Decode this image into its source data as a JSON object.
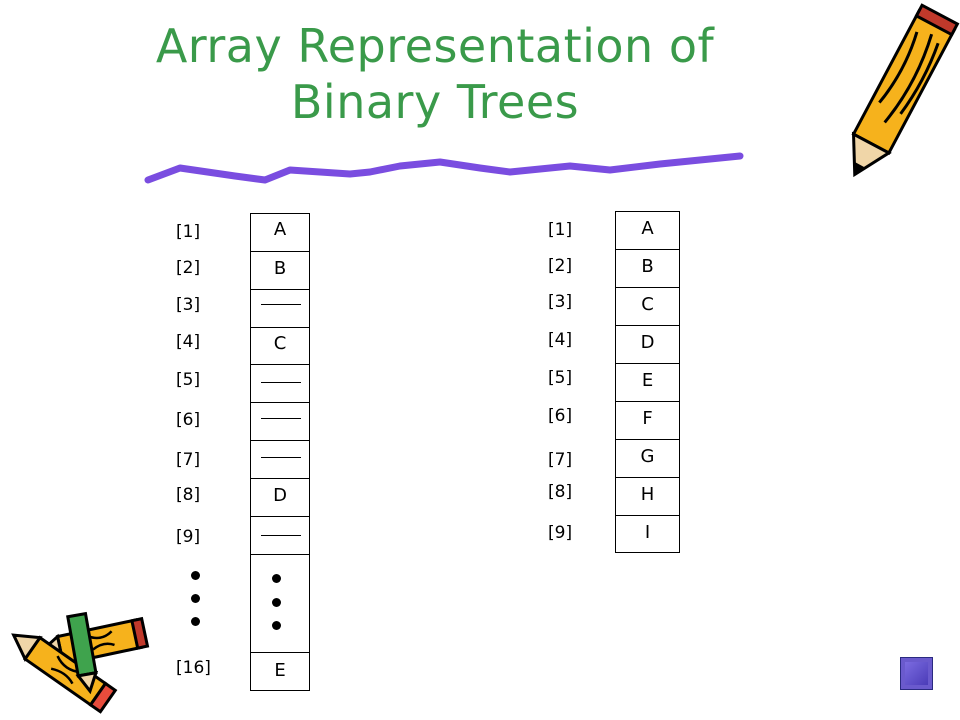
{
  "title": {
    "line1": "Array Representation of",
    "line2": "Binary Trees"
  },
  "left_array": {
    "rows": [
      {
        "index": "[1]",
        "value": "A"
      },
      {
        "index": "[2]",
        "value": "B"
      },
      {
        "index": "[3]",
        "value": ""
      },
      {
        "index": "[4]",
        "value": "C"
      },
      {
        "index": "[5]",
        "value": ""
      },
      {
        "index": "[6]",
        "value": ""
      },
      {
        "index": "[7]",
        "value": ""
      },
      {
        "index": "[8]",
        "value": "D"
      },
      {
        "index": "[9]",
        "value": ""
      },
      {
        "index": "[16]",
        "value": "E"
      }
    ]
  },
  "right_array": {
    "rows": [
      {
        "index": "[1]",
        "value": "A"
      },
      {
        "index": "[2]",
        "value": "B"
      },
      {
        "index": "[3]",
        "value": "C"
      },
      {
        "index": "[4]",
        "value": "D"
      },
      {
        "index": "[5]",
        "value": "E"
      },
      {
        "index": "[6]",
        "value": "F"
      },
      {
        "index": "[7]",
        "value": "G"
      },
      {
        "index": "[8]",
        "value": "H"
      },
      {
        "index": "[9]",
        "value": "I"
      }
    ]
  },
  "colors": {
    "title": "#3a9a4a",
    "underline": "#7a4de0",
    "nav_button": "#6a5acd"
  },
  "icons": {
    "top_right": "pencil-icon",
    "bottom_left": "pencils-icon",
    "nav": "next-slide-icon"
  }
}
